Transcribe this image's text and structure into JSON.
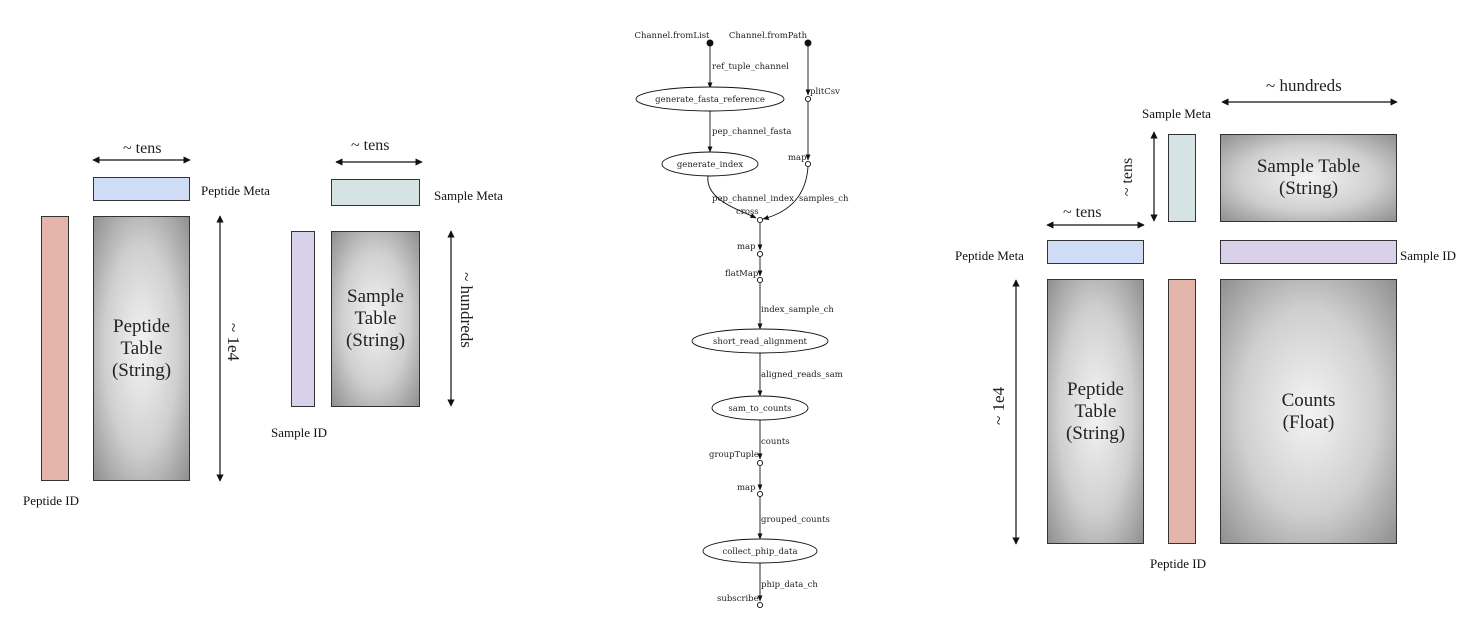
{
  "left_diagram": {
    "dim_tens_peptide": "~ tens",
    "dim_tens_sample": "~ tens",
    "dim_rows": "~ 1e4",
    "dim_hundreds": "~ hundreds",
    "peptide_meta": "Peptide Meta",
    "sample_meta": "Sample Meta",
    "peptide_table": [
      "Peptide",
      "Table",
      "(String)"
    ],
    "sample_table": [
      "Sample",
      "Table",
      "(String)"
    ],
    "sample_id": "Sample ID",
    "peptide_id": "Peptide ID"
  },
  "flow_diagram": {
    "sources": [
      "Channel.fromList",
      "Channel.fromPath"
    ],
    "processes": [
      "generate_fasta_reference",
      "generate_index",
      "short_read_alignment",
      "sam_to_counts",
      "collect_phip_data"
    ],
    "operators": [
      "plitCsv",
      "map",
      "cross",
      "map",
      "flatMap",
      "groupTuple",
      "map",
      "subscribe"
    ],
    "channels": [
      "ref_tuple_channel",
      "pep_channel_fasta",
      "pep_channel_index",
      "samples_ch",
      "index_sample_ch",
      "aligned_reads_sam",
      "counts",
      "grouped_counts",
      "phip_data_ch"
    ]
  },
  "right_diagram": {
    "dim_hundreds": "~ hundreds",
    "dim_tens_v": "~ tens",
    "dim_tens_h": "~ tens",
    "dim_rows": "~ 1e4",
    "sample_meta": "Sample Meta",
    "sample_table": [
      "Sample Table",
      "(String)"
    ],
    "peptide_meta": "Peptide Meta",
    "sample_id": "Sample ID",
    "peptide_table": [
      "Peptide",
      "Table",
      "(String)"
    ],
    "counts": [
      "Counts",
      "(Float)"
    ],
    "peptide_id": "Peptide ID"
  }
}
